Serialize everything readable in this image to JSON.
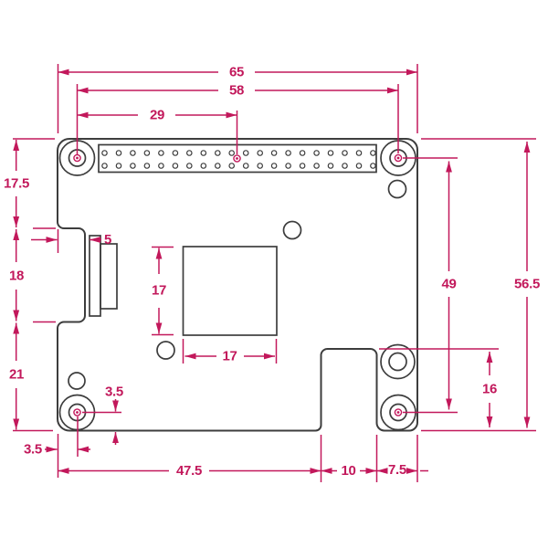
{
  "drawing": {
    "type": "mechanical-dimension-drawing",
    "subject": "circuit-board-outline-with-gpio-header",
    "colors": {
      "dimension": "#c2185b",
      "outline": "#3d3d3d",
      "background": "#ffffff"
    },
    "gpio_header": {
      "rows": 2,
      "pins_per_row": 20
    },
    "dimensions": {
      "overall_width": "65",
      "mount_hole_span_width": "58",
      "hole_to_header_center": "29",
      "top_edge_to_step": "17.5",
      "step_height": "18",
      "step_to_bottom_edge": "21",
      "connector_inset": "5",
      "center_square_height": "17",
      "center_square_width": "17",
      "hole_center_to_bottom_edge": "3.5",
      "left_edge_to_hole_center": "3.5",
      "bottom_left_to_notch": "47.5",
      "notch_width": "10",
      "tab_width": "7.5",
      "mount_hole_span_height": "49",
      "overall_height": "56.5",
      "tab_height": "16"
    }
  }
}
